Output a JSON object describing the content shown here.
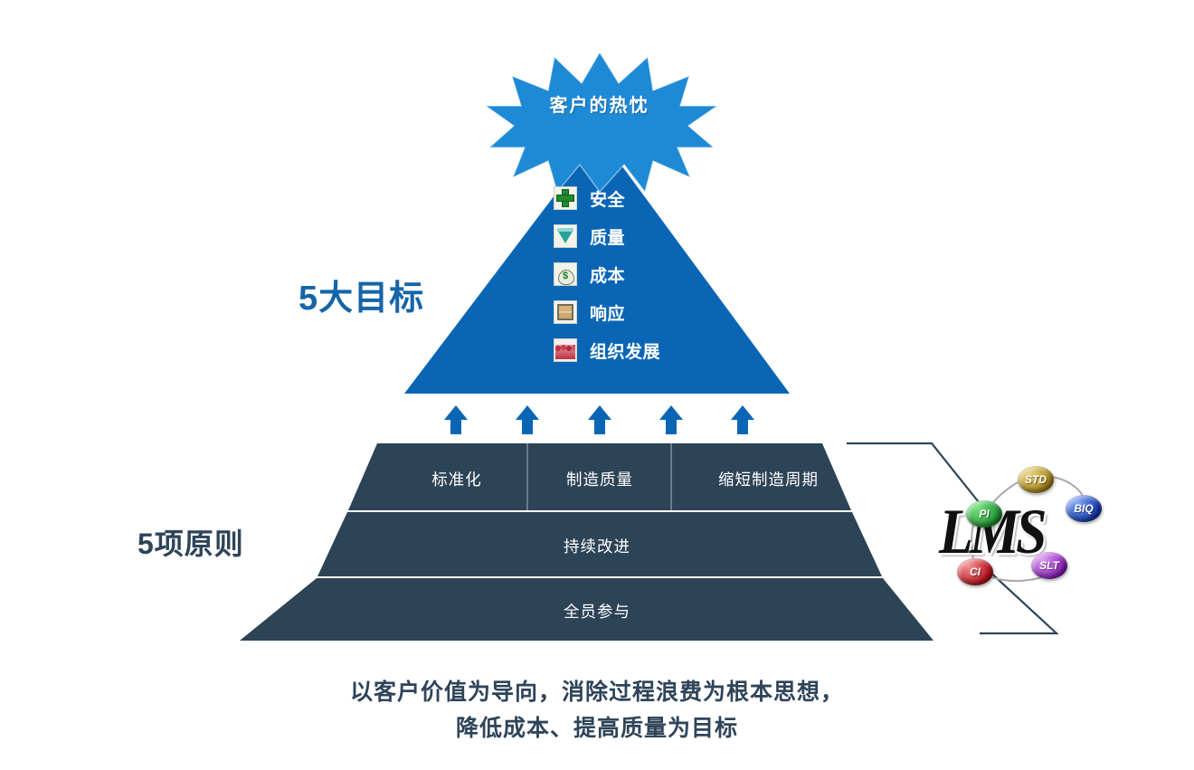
{
  "diagram": {
    "title_burst": "客户的热忱",
    "headings": {
      "goals": "5大目标",
      "principles": "5项原则"
    },
    "goals": [
      {
        "icon": "green-cross-icon",
        "label": "安全"
      },
      {
        "icon": "diamond-icon",
        "label": "质量"
      },
      {
        "icon": "money-bag-icon",
        "label": "成本"
      },
      {
        "icon": "hourglass-icon",
        "label": "响应"
      },
      {
        "icon": "people-crowd-icon",
        "label": "组织发展"
      }
    ],
    "arrows": {
      "count": 5,
      "direction": "up",
      "color": "#0a66b5"
    },
    "principle_tiers": [
      {
        "cells": [
          "标准化",
          "制造质量",
          "缩短制造周期"
        ]
      },
      {
        "cells": [
          "持续改进"
        ]
      },
      {
        "cells": [
          "全员参与"
        ]
      }
    ],
    "logo": {
      "wordmark": "LMS",
      "nodes": [
        {
          "label": "PI",
          "color": "#1f9b34"
        },
        {
          "label": "STD",
          "color": "#b08c1c"
        },
        {
          "label": "BIQ",
          "color": "#1a3fbf"
        },
        {
          "label": "SLT",
          "color": "#9320c4"
        },
        {
          "label": "CI",
          "color": "#c3131f"
        }
      ]
    },
    "caption": {
      "line1": "以客户价值为导向，消除过程浪费为根本思想，",
      "line2": "降低成本、提高质量为目标"
    },
    "colors": {
      "triangle_blue": "#0a66b5",
      "burst_blue": "#1e8ad6",
      "base_navy": "#2d4356",
      "heading_blue": "#1565a8",
      "heading_navy": "#2f4459"
    }
  }
}
